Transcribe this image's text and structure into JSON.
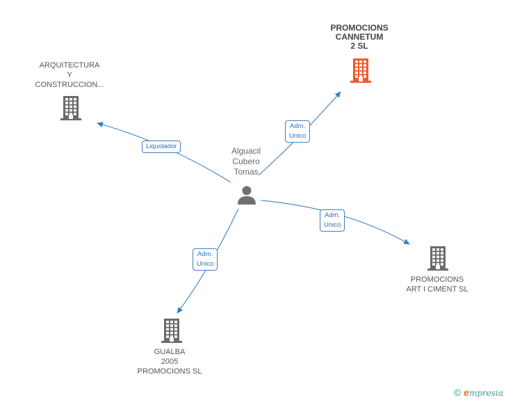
{
  "center": {
    "name_lines": [
      "Alguacil",
      "Cubero",
      "Tomas"
    ],
    "icon": "person-icon"
  },
  "companies": [
    {
      "key": "arquitectura",
      "name_lines": [
        "ARQUITECTURA",
        "Y",
        "CONSTRUCCION..."
      ],
      "icon": "building-icon",
      "color": "#6b6b6b",
      "highlight": false
    },
    {
      "key": "cannetum",
      "name_lines": [
        "PROMOCIONS",
        "CANNETUM",
        "2 SL"
      ],
      "icon": "building-icon",
      "color": "#f05a2a",
      "highlight": true
    },
    {
      "key": "artiment",
      "name_lines": [
        "PROMOCIONS",
        "ART I CIMENT SL"
      ],
      "icon": "building-icon",
      "color": "#6b6b6b",
      "highlight": false
    },
    {
      "key": "gualba",
      "name_lines": [
        "GUALBA",
        "2005",
        "PROMOCIONS SL"
      ],
      "icon": "building-icon",
      "color": "#6b6b6b",
      "highlight": false
    }
  ],
  "relations": [
    {
      "target": "arquitectura",
      "label_lines": [
        "Liquidador"
      ]
    },
    {
      "target": "cannetum",
      "label_lines": [
        "Adm.",
        "Unico"
      ]
    },
    {
      "target": "artiment",
      "label_lines": [
        "Adm.",
        "Unico"
      ]
    },
    {
      "target": "gualba",
      "label_lines": [
        "Adm.",
        "Unico"
      ]
    }
  ],
  "colors": {
    "edge": "#3b7fc4",
    "building": "#6b6b6b",
    "highlight": "#f05a2a"
  },
  "footer": {
    "copyright_symbol": "©",
    "brand_initial": "e",
    "brand_rest": "mpresia"
  }
}
